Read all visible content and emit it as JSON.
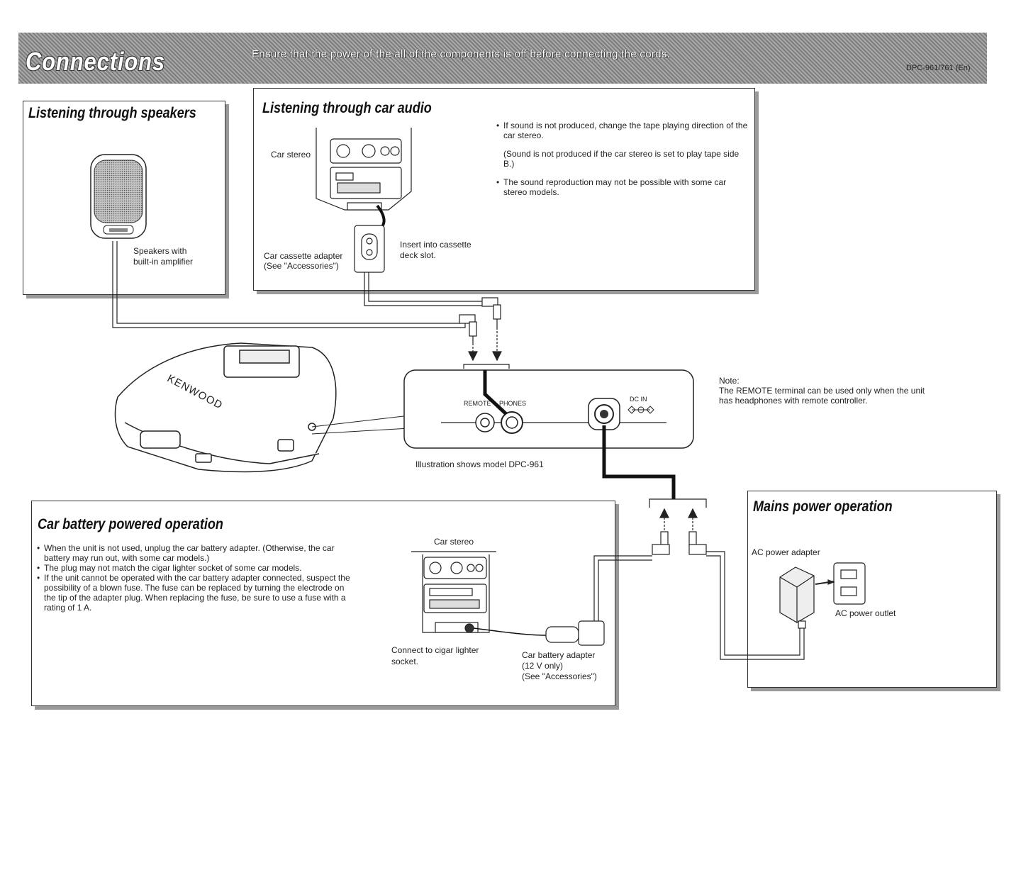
{
  "header": {
    "title": "Connections",
    "subtitle": "Ensure that the power of the all of the components is off before connecting the cords.",
    "model_code": "DPC-961/761 (En)"
  },
  "speakers": {
    "title": "Listening through speakers",
    "label_line1": "Speakers with",
    "label_line2": "built-in amplifier"
  },
  "car_audio": {
    "title": "Listening through car audio",
    "car_stereo_label": "Car stereo",
    "adapter_line1": "Car cassette adapter",
    "adapter_line2": "(See \"Accessories\")",
    "insert_line1": "Insert into cassette",
    "insert_line2": "deck slot.",
    "note1": "If sound is not produced, change the tape playing direction of the car stereo.",
    "note1_sub": "(Sound is not produced if the car stereo is set to play tape side B.)",
    "note2": "The sound reproduction may not be possible with some car stereo models."
  },
  "unit": {
    "brand": "KENWOOD",
    "remote_label": "REMOTE",
    "phones_label": "PHONES",
    "dcin_label": "DC IN",
    "illustration_caption": "Illustration shows model DPC-961",
    "note_label": "Note:",
    "note_text1": "The REMOTE terminal can be used only when the unit",
    "note_text2": "has headphones with remote controller."
  },
  "car_battery": {
    "title": "Car battery powered operation",
    "bullets": [
      "When the unit is not used, unplug the car battery adapter. (Otherwise, the car battery may run out, with some car models.)",
      "The plug may not match the cigar lighter socket of some car models.",
      "If the unit cannot be operated with the car battery adapter connected, suspect the possibility of a blown fuse. The fuse can be replaced by turning the electrode on the tip of the adapter plug. When replacing the fuse, be sure to use a fuse with a rating of 1 A."
    ],
    "car_stereo_label": "Car stereo",
    "connect_line1": "Connect to cigar lighter",
    "connect_line2": "socket.",
    "adapter_line1": "Car battery adapter",
    "adapter_line2": "(12 V only)",
    "adapter_line3": "(See \"Accessories\")"
  },
  "mains": {
    "title": "Mains power operation",
    "ac_adapter_label": "AC power adapter",
    "ac_outlet_label": "AC power outlet"
  }
}
